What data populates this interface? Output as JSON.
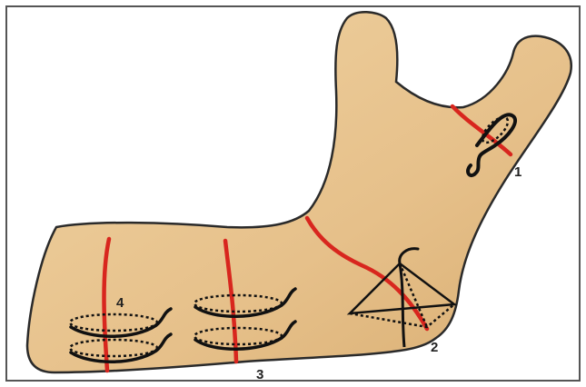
{
  "labels": {
    "one": "1",
    "two": "2",
    "three": "3",
    "four": "4"
  },
  "colors": {
    "frame": "#555555",
    "bone_fill": "#E9C58E",
    "bone_outline": "#2a2a2a",
    "fracture_line": "#D8261E",
    "wire": "#111111"
  }
}
